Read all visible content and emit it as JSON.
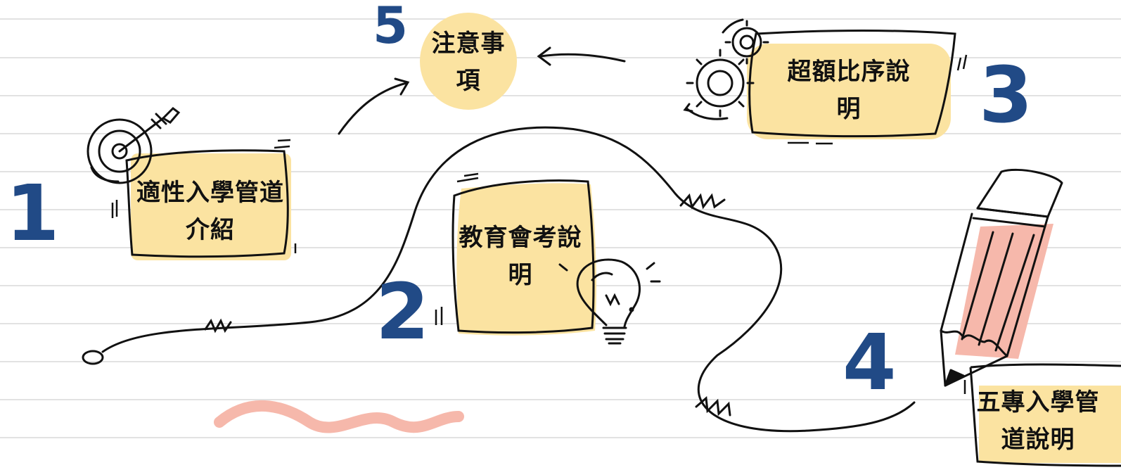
{
  "steps": [
    {
      "number": "1",
      "label": "適性入學管道介紹"
    },
    {
      "number": "2",
      "label": "教育會考說明"
    },
    {
      "number": "3",
      "label": "超額比序說明"
    },
    {
      "number": "4",
      "label": "五專入學管道說明"
    },
    {
      "number": "5",
      "label": "注意事項"
    }
  ],
  "colors": {
    "note_fill": "#fbe3a1",
    "number": "#214a86",
    "ruled_line": "#e2e2e2",
    "pencil_fill": "#f6b8ab",
    "squiggle": "#f6b8ab"
  },
  "icons": [
    "target-arrow-icon",
    "lightbulb-icon",
    "gears-icon",
    "pencil-icon"
  ]
}
